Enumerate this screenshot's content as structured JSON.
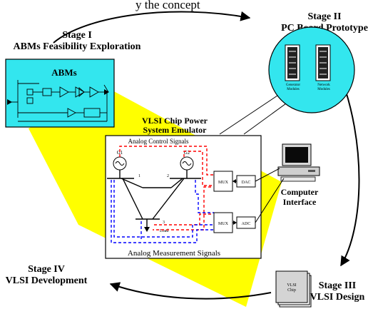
{
  "stage1": {
    "label": "Stage I",
    "title": "ABMs Feasibility Exploration",
    "box_label": "ABMs",
    "fill_color": "#33e6ee"
  },
  "stage2": {
    "label": "Stage II",
    "title": "PC Board Prototype",
    "module1": [
      "Generator",
      "Modules"
    ],
    "module2": [
      "Network",
      "Modules"
    ],
    "fill_color": "#33e6ee"
  },
  "stage3": {
    "label": "Stage III",
    "title": "VLSI Design",
    "chip_label": [
      "VLSI",
      "Chip"
    ]
  },
  "stage4": {
    "label": "Stage IV",
    "title": "VLSI Development"
  },
  "emulator": {
    "title_line1": "VLSI Chip Power",
    "title_line2": "System Emulator",
    "control_signals": "Analog Control Signals",
    "measurement_signals": "Analog Measurement Signals",
    "g1": "G1",
    "g2": "G2",
    "bus1": "1",
    "bus2": "2",
    "bus3": "3",
    "load": "Load",
    "mux_top": "MUX",
    "mux_bottom": "MUX",
    "dac": "DAC",
    "adc": "ADC",
    "highlight_color": "#ffff00",
    "control_color": "#ff0000",
    "measurement_color": "#0000ff"
  },
  "computer": {
    "line1": "Computer",
    "line2": "Interface"
  },
  "partial_top_text": "y                the concept"
}
